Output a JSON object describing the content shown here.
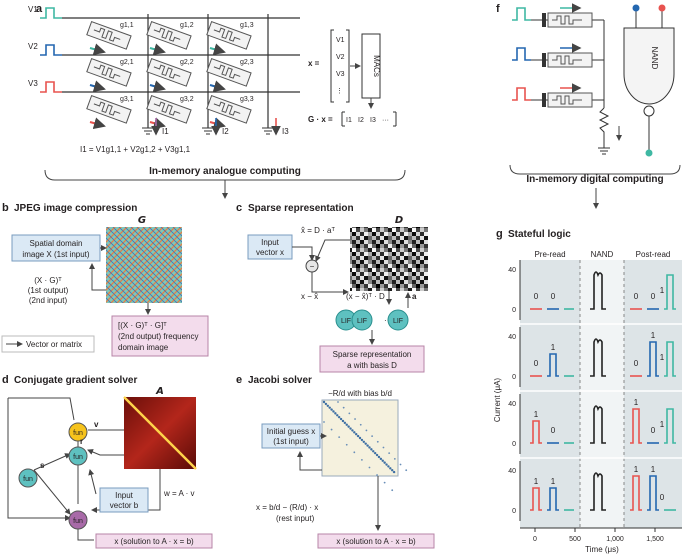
{
  "colors": {
    "teal": "#3fb8a3",
    "blue": "#2467b0",
    "red": "#e8534f",
    "panel_blue": "#dbe9f5",
    "panel_pink": "#f3dcec",
    "node_yellow": "#f6c31c",
    "node_cyan": "#5ec1c0",
    "node_purple": "#a86aa8",
    "shaded": "#dde4e7"
  },
  "panels": {
    "a": {
      "label": "a",
      "voltages": [
        "V1",
        "V2",
        "V3"
      ],
      "conductances": [
        "g1,1",
        "g2,1",
        "g3,1",
        "g1,2",
        "g2,2",
        "g3,2",
        "g1,3",
        "g2,3",
        "g3,3"
      ],
      "currents": [
        "I1",
        "I2",
        "I3"
      ],
      "equation": "I1 = V1g1,1 + V2g1,2 + V3g1,1",
      "vector_x": "x =",
      "vector_entries": [
        "V1",
        "V2",
        "V3",
        "⋮"
      ],
      "macs": "MACs",
      "gx": "G · x =",
      "gx_entries": [
        "I1",
        "I2",
        "I3",
        "···"
      ],
      "title": "In-memory analogue computing"
    },
    "b": {
      "label": "b",
      "title": "JPEG image compression",
      "matrix": "G",
      "box1": [
        "Spatial domain",
        "image X (1st input)"
      ],
      "output1": [
        "(X · G)ᵀ",
        "(1st output)",
        "(2nd input)"
      ],
      "box2": [
        "[(X · G)ᵀ · G]ᵀ",
        "(2nd output) frequency",
        "domain image"
      ],
      "legend": "Vector or matrix"
    },
    "c": {
      "label": "c",
      "title": "Sparse representation",
      "matrix": "D",
      "input": [
        "Input",
        "vector x"
      ],
      "xhat": "x̂ = D · aᵀ",
      "minus": "−",
      "diff": "x − x̂",
      "update": "(x − x̂)ᵀ · D",
      "a": "a",
      "lif": [
        "LIF",
        "LIF",
        "···",
        "LIF"
      ],
      "output": [
        "Sparse representation",
        "a with basis D"
      ]
    },
    "d": {
      "label": "d",
      "title": "Conjugate gradient solver",
      "matrix": "A",
      "nodes": [
        "fun",
        "fun",
        "fun",
        "fun"
      ],
      "vars": [
        "v",
        "r",
        "s"
      ],
      "w": "w = A · v",
      "input": [
        "Input",
        "vector b"
      ],
      "output": "x (solution to A · x = b)"
    },
    "e": {
      "label": "e",
      "title": "Jacobi solver",
      "matrix": "−R/d with bias b/d",
      "guess": [
        "Initial guess x",
        "(1st input)"
      ],
      "iter": [
        "x = b/d − (R/d) · x",
        "(rest input)"
      ],
      "output": "x (solution to A · x = b)"
    },
    "f": {
      "label": "f",
      "nand": "NAND",
      "title": "In-memory digital computing"
    },
    "g": {
      "label": "g",
      "title": "Stateful logic",
      "columns": [
        "Pre-read",
        "NAND",
        "Post-read"
      ],
      "ylabel": "Current (μA)",
      "xlabel": "Time (μs)",
      "yticks": [
        "40",
        "0"
      ],
      "xticks": [
        "0",
        "500",
        "1,000",
        "1,500"
      ],
      "rows": [
        {
          "pre": [
            "0",
            "0"
          ],
          "post": [
            "0",
            "0",
            "1"
          ]
        },
        {
          "pre": [
            "0",
            "1"
          ],
          "post": [
            "0",
            "1",
            "1"
          ]
        },
        {
          "pre": [
            "1",
            "0"
          ],
          "post": [
            "1",
            "0",
            "1"
          ]
        },
        {
          "pre": [
            "1",
            "1"
          ],
          "post": [
            "1",
            "1",
            "0"
          ]
        }
      ]
    }
  }
}
